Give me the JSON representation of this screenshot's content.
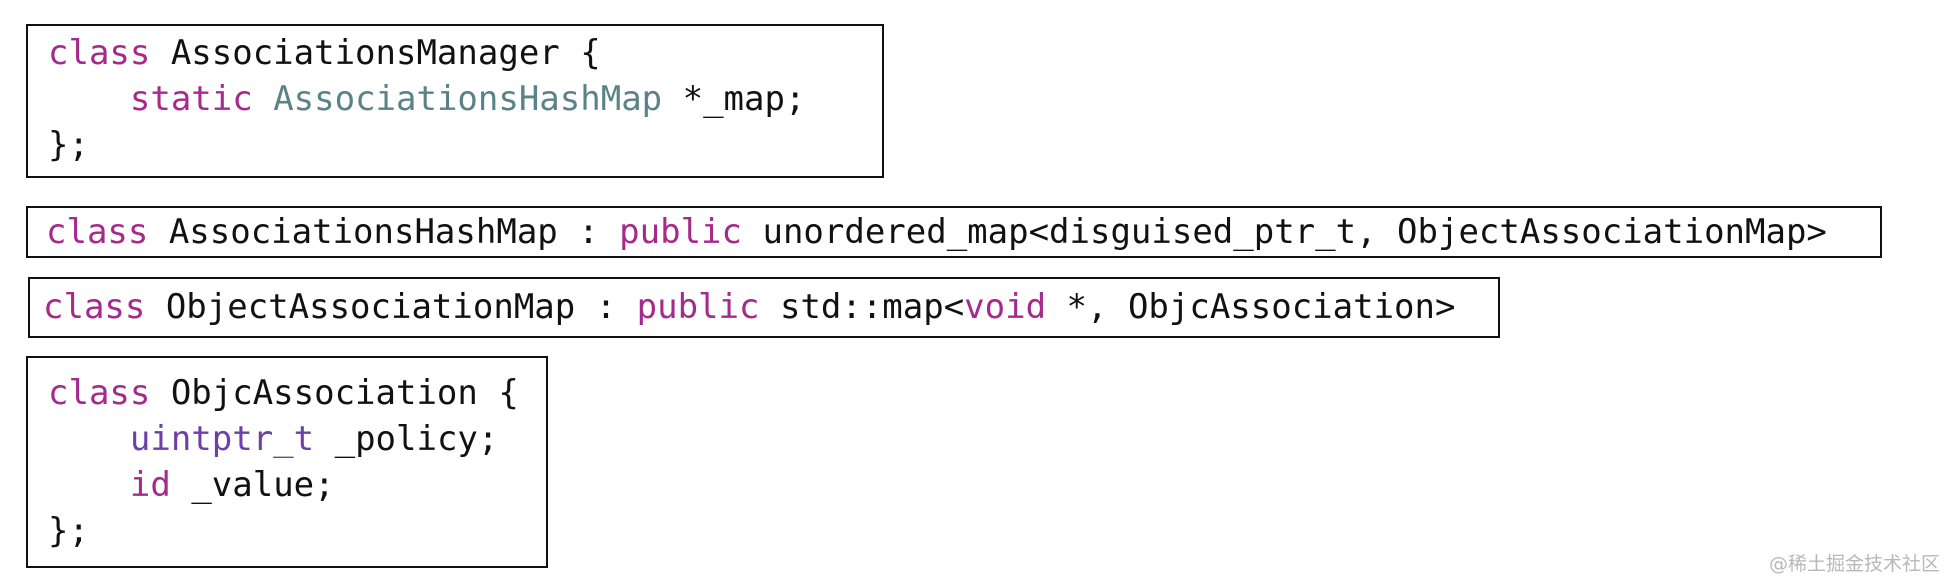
{
  "colors": {
    "keyword": "#a52a8c",
    "type": "#5a8287",
    "primitive": "#6e3fa8",
    "text": "#111111"
  },
  "snippet1": {
    "l1_kw": "class",
    "l1_rest": " AssociationsManager {",
    "l2_indent": "    ",
    "l2_kw": "static",
    "l2_sp": " ",
    "l2_type": "AssociationsHashMap",
    "l2_rest": " *_map;",
    "l3": "};"
  },
  "snippet2": {
    "kw1": "class",
    "mid1": " AssociationsHashMap : ",
    "kw2": "public",
    "rest": " unordered_map<disguised_ptr_t, ObjectAssociationMap>"
  },
  "snippet3": {
    "kw1": "class",
    "mid1": " ObjectAssociationMap : ",
    "kw2": "public",
    "mid2": " std::map<",
    "kw3": "void",
    "rest": " *, ObjcAssociation>"
  },
  "snippet4": {
    "l1_kw": "class",
    "l1_rest": " ObjcAssociation {",
    "l2_indent": "    ",
    "l2_type": "uintptr_t",
    "l2_rest": " _policy;",
    "l3_indent": "    ",
    "l3_kw": "id",
    "l3_rest": " _value;",
    "l4": "};"
  },
  "watermark": "@稀土掘金技术社区"
}
